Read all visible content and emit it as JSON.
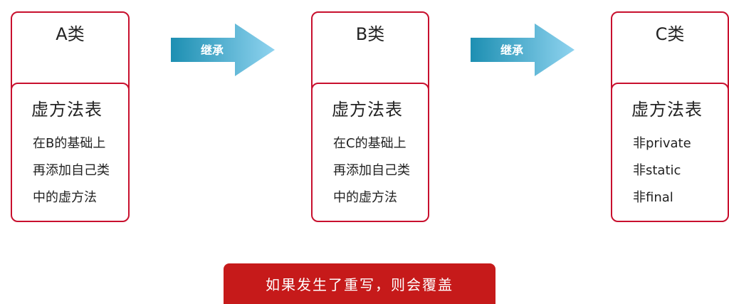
{
  "classes": [
    {
      "name": "A类",
      "table_title": "虚方法表",
      "lines": [
        "在B的基础上",
        "再添加自己类",
        "中的虚方法"
      ]
    },
    {
      "name": "B类",
      "table_title": "虚方法表",
      "lines": [
        "在C的基础上",
        "再添加自己类",
        "中的虚方法"
      ]
    },
    {
      "name": "C类",
      "table_title": "虚方法表",
      "lines": [
        "非private",
        "非static",
        "非final"
      ]
    }
  ],
  "arrows": [
    {
      "label": "继承"
    },
    {
      "label": "继承"
    }
  ],
  "banner": {
    "text": "如果发生了重写，则会覆盖"
  },
  "colors": {
    "border": "#c8102e",
    "arrow_start": "#1d8fb2",
    "arrow_end": "#8fd3ef",
    "banner": "#c61a1a"
  }
}
